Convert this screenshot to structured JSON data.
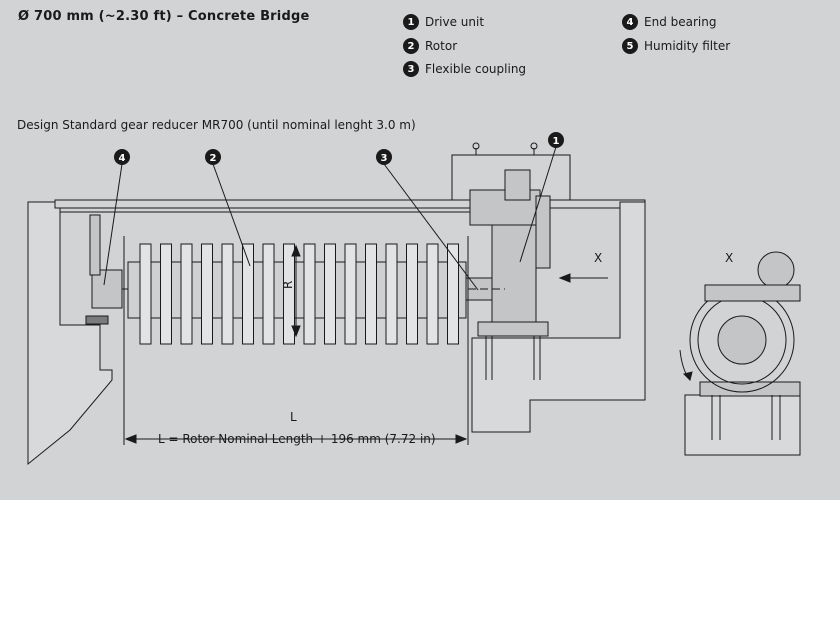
{
  "title": "Ø 700 mm (~2.30 ft) – Concrete Bridge",
  "legend": [
    {
      "num": "1",
      "label": "Drive unit"
    },
    {
      "num": "2",
      "label": "Rotor"
    },
    {
      "num": "3",
      "label": "Flexible  coupling"
    },
    {
      "num": "4",
      "label": "End bearing"
    },
    {
      "num": "5",
      "label": "Humidity filter"
    }
  ],
  "caption": "Design Standard gear reducer MR700 (until nominal lenght 3.0 m)",
  "callouts": {
    "c1": "1",
    "c2": "2",
    "c3": "3",
    "c4": "4"
  },
  "labels": {
    "view_x_side": "X",
    "view_x_end": "X",
    "length_symbol": "L",
    "length_note": "L = Rotor Nominal Length + 196 mm (7.72 in)",
    "radius_symbol": "R"
  }
}
